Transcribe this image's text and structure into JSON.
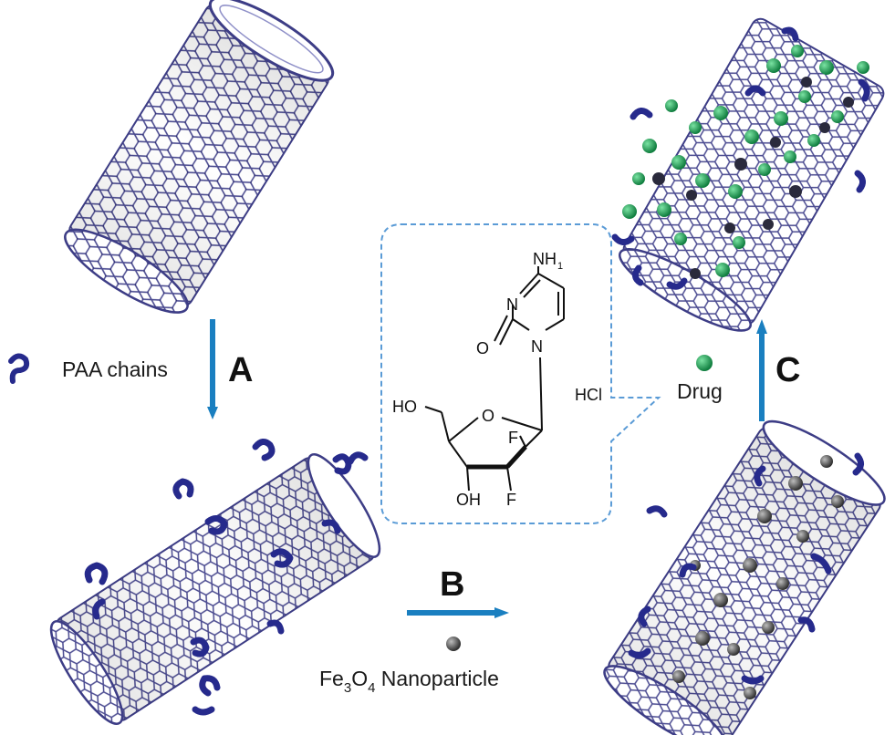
{
  "steps": {
    "a": {
      "letter": "A",
      "reagent": "PAA chains"
    },
    "b": {
      "letter": "B",
      "reagent_prefix": "Fe",
      "sub1": "3",
      "mid": "O",
      "sub2": "4",
      "reagent_suffix": " Nanoparticle"
    },
    "c": {
      "letter": "C",
      "reagent": "Drug"
    }
  },
  "molecule": {
    "amine_n": "N",
    "amine_h": "H",
    "amine_sub": "1",
    "ring_n1": "N",
    "ring_n2": "N",
    "oxo": "O",
    "sugar_o": "O",
    "hydroxymethyl": "HO",
    "hydroxyl": "OH",
    "fluoro1": "F",
    "fluoro2": "F",
    "salt": "HCl"
  },
  "colors": {
    "arrow": "#1a7fc0",
    "tube": "#3d3d86",
    "tube_light": "#8f90c8",
    "paa": "#262a8c",
    "drug": "#1fa35a",
    "fe3o4": "#555555",
    "callout": "#5a9bd6"
  }
}
